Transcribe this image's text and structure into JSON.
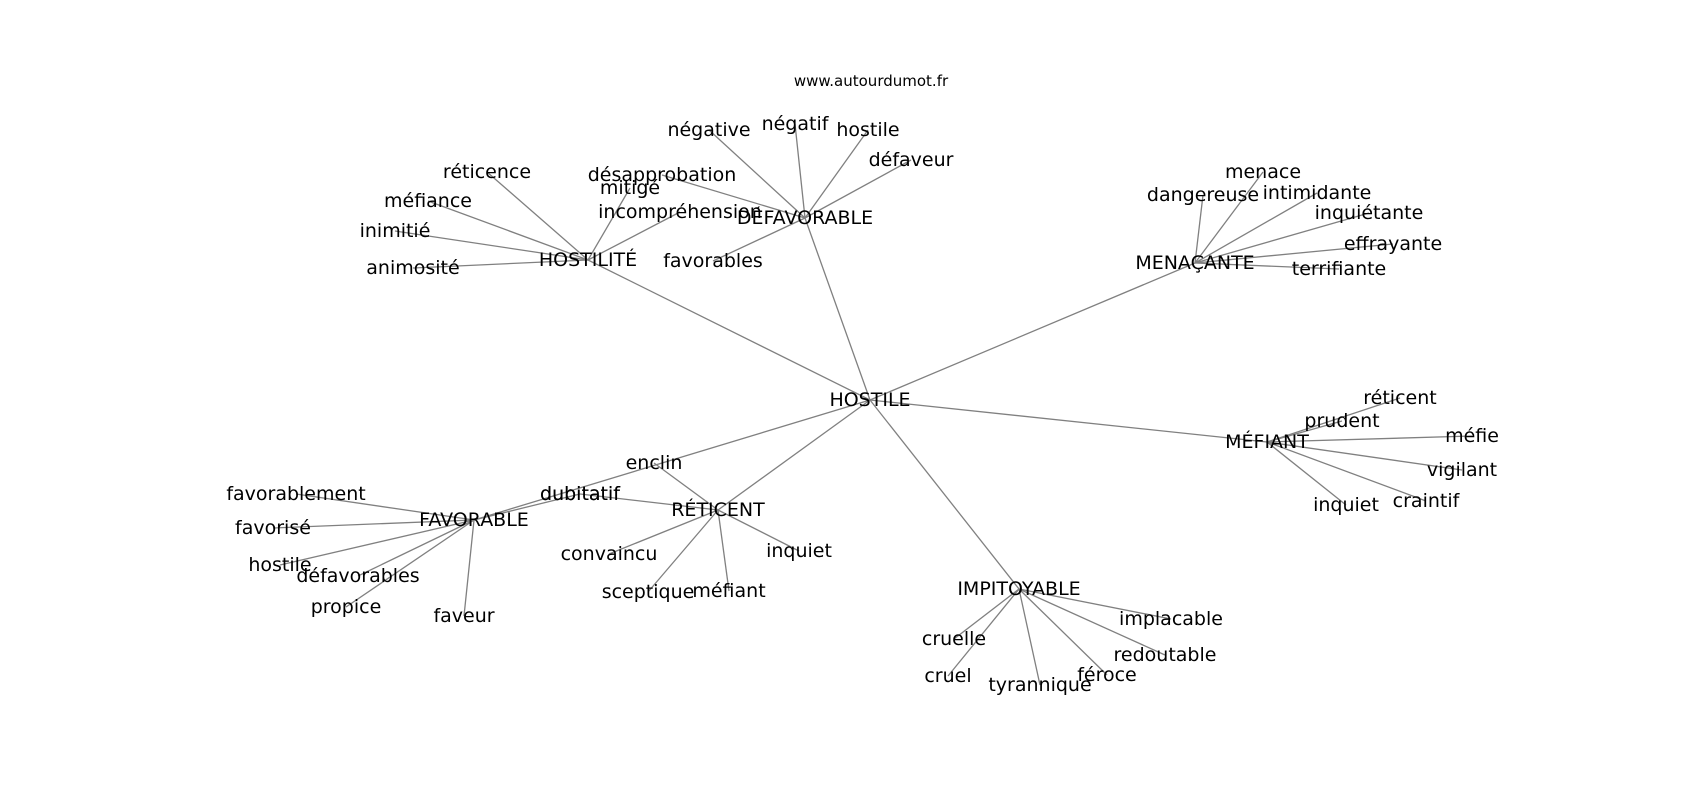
{
  "credit": "www.autourdumot.fr",
  "root": "HOSTILE",
  "clusters": [
    {
      "hub": "HOSTILITÉ",
      "leaves": [
        "réticence",
        "méfiance",
        "inimitié",
        "animosité",
        "mitigé",
        "incompréhension"
      ]
    },
    {
      "hub": "DÉFAVORABLE",
      "leaves": [
        "négative",
        "négatif",
        "hostile",
        "défaveur",
        "désapprobation",
        "favorables"
      ]
    },
    {
      "hub": "MENAÇANTE",
      "leaves": [
        "menace",
        "dangereuse",
        "intimidante",
        "inquiétante",
        "effrayante",
        "terrifiante"
      ]
    },
    {
      "hub": "MÉFIANT",
      "leaves": [
        "réticent",
        "prudent",
        "méfie",
        "vigilant",
        "craintif",
        "inquiet"
      ]
    },
    {
      "hub": "FAVORABLE",
      "leaves": [
        "favorablement",
        "favorisé",
        "hostile",
        "défavorables",
        "propice",
        "faveur",
        "dubitatif"
      ]
    },
    {
      "hub": "RÉTICENT",
      "leaves": [
        "enclin",
        "dubitatif",
        "convaincu",
        "sceptique",
        "méfiant",
        "inquiet"
      ]
    },
    {
      "hub": "IMPITOYABLE",
      "leaves": [
        "cruelle",
        "cruel",
        "tyrannique",
        "féroce",
        "redoutable",
        "implacable"
      ]
    }
  ]
}
